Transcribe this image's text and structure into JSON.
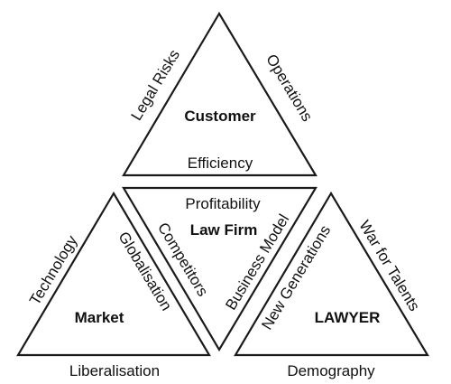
{
  "triangles": {
    "customer": {
      "title": "Customer",
      "left_edge": "Legal Risks",
      "right_edge": "Operations",
      "bottom_edge": "Efficiency"
    },
    "law_firm": {
      "title": "Law Firm",
      "top_edge": "Profitability",
      "left_edge": "Competitors",
      "right_edge": "Business Model"
    },
    "market": {
      "title": "Market",
      "left_edge": "Technology",
      "right_edge": "Globalisation",
      "bottom_edge": "Liberalisation"
    },
    "lawyer": {
      "title": "LAWYER",
      "left_edge": "New Generations",
      "right_edge": "War for Talents",
      "bottom_edge": "Demography"
    }
  }
}
